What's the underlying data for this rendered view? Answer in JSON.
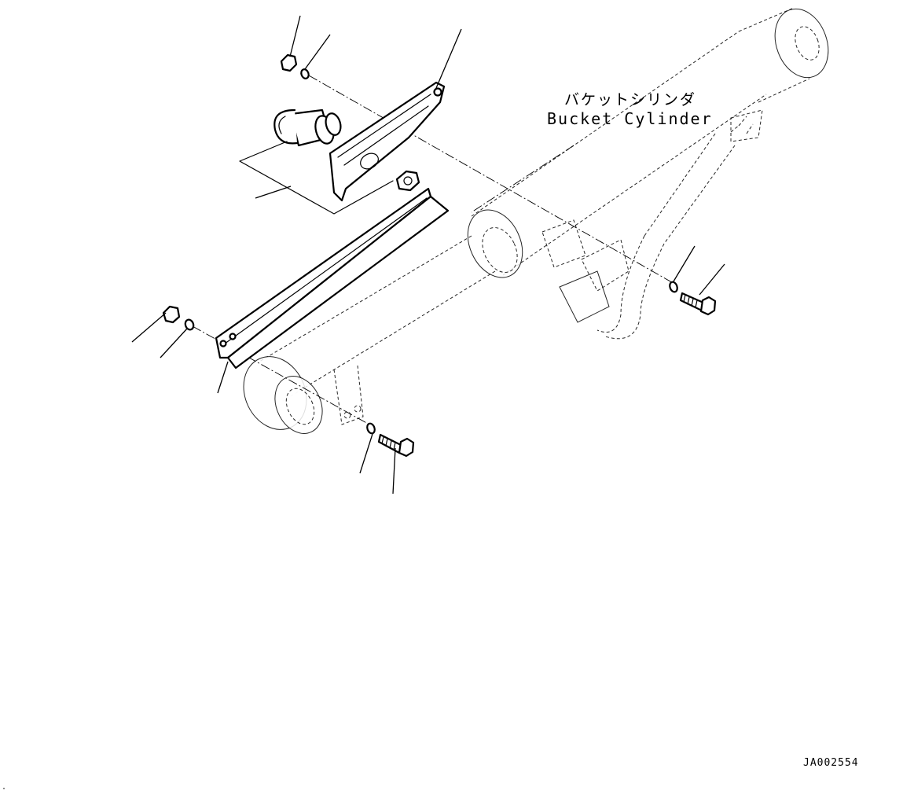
{
  "labels": {
    "component_jp": "バケットシリンダ",
    "component_en": "Bucket Cylinder",
    "drawing_number": "JA002554"
  }
}
